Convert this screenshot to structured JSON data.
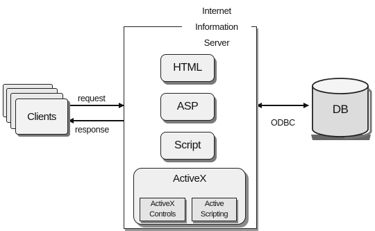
{
  "server": {
    "title_line1": "Internet",
    "title_line2": "Information",
    "title_line3": "Server",
    "components": [
      "HTML",
      "ASP",
      "Script"
    ],
    "activex": {
      "title": "ActiveX",
      "left_line1": "ActiveX",
      "left_line2": "Controls",
      "right_line1": "Active",
      "right_line2": "Scripting"
    }
  },
  "clients": {
    "label": "Clients"
  },
  "arrows": {
    "request": "request",
    "response": "response",
    "odbc": "ODBC"
  },
  "db": {
    "label": "DB"
  }
}
